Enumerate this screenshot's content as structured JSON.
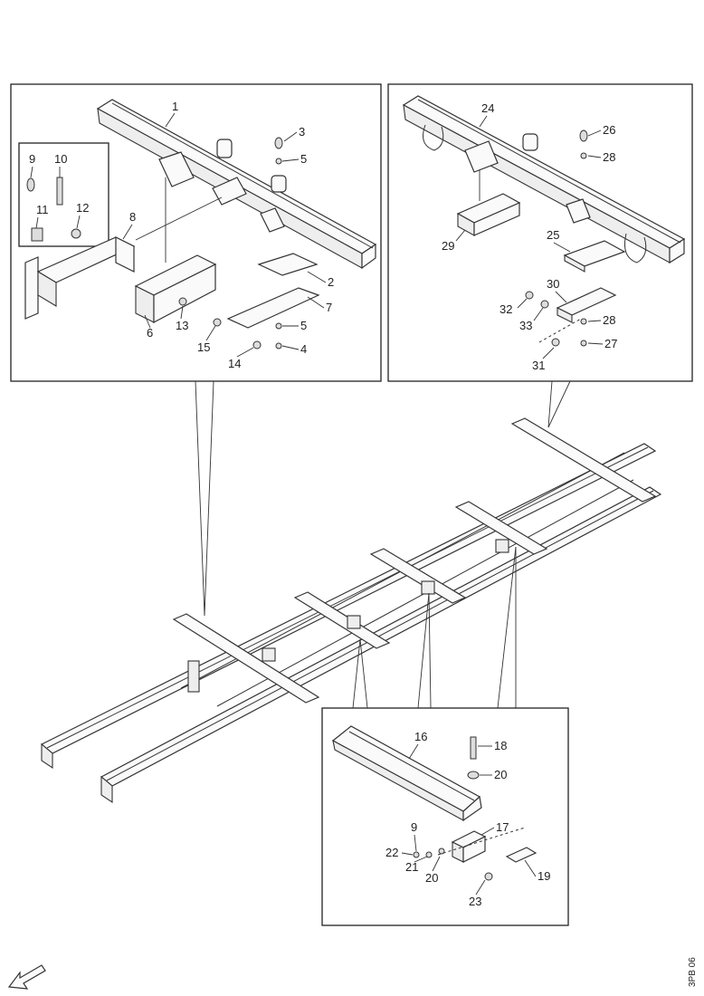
{
  "panels": {
    "top_left": {
      "callouts": [
        {
          "id": "c1",
          "text": "1"
        },
        {
          "id": "c2",
          "text": "2"
        },
        {
          "id": "c3",
          "text": "3"
        },
        {
          "id": "c4",
          "text": "4"
        },
        {
          "id": "c5a",
          "text": "5"
        },
        {
          "id": "c5b",
          "text": "5"
        },
        {
          "id": "c6",
          "text": "6"
        },
        {
          "id": "c7",
          "text": "7"
        },
        {
          "id": "c8",
          "text": "8"
        },
        {
          "id": "c9",
          "text": "9"
        },
        {
          "id": "c10",
          "text": "10"
        },
        {
          "id": "c11",
          "text": "11"
        },
        {
          "id": "c12",
          "text": "12"
        },
        {
          "id": "c13",
          "text": "13"
        },
        {
          "id": "c14",
          "text": "14"
        },
        {
          "id": "c15",
          "text": "15"
        }
      ]
    },
    "top_right": {
      "callouts": [
        {
          "id": "c24",
          "text": "24"
        },
        {
          "id": "c25",
          "text": "25"
        },
        {
          "id": "c26",
          "text": "26"
        },
        {
          "id": "c28a",
          "text": "28"
        },
        {
          "id": "c28b",
          "text": "28"
        },
        {
          "id": "c29",
          "text": "29"
        },
        {
          "id": "c30",
          "text": "30"
        },
        {
          "id": "c31",
          "text": "31"
        },
        {
          "id": "c32",
          "text": "32"
        },
        {
          "id": "c33",
          "text": "33"
        },
        {
          "id": "c27",
          "text": "27"
        }
      ]
    },
    "bottom": {
      "callouts": [
        {
          "id": "c16",
          "text": "16"
        },
        {
          "id": "c17",
          "text": "17"
        },
        {
          "id": "c18",
          "text": "18"
        },
        {
          "id": "c19",
          "text": "19"
        },
        {
          "id": "c20a",
          "text": "20"
        },
        {
          "id": "c20b",
          "text": "20"
        },
        {
          "id": "c21",
          "text": "21"
        },
        {
          "id": "c22",
          "text": "22"
        },
        {
          "id": "c23",
          "text": "23"
        },
        {
          "id": "c9b",
          "text": "9"
        }
      ]
    }
  },
  "figure_code": "3PB 06",
  "direction_icon": "front-direction-arrow-icon"
}
